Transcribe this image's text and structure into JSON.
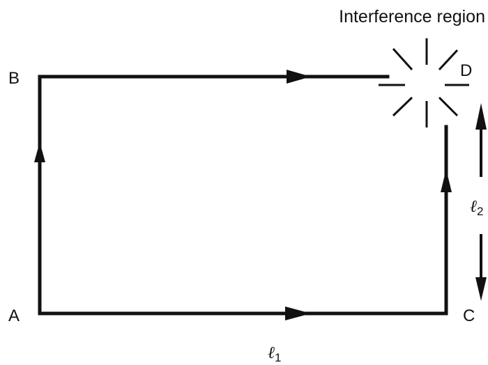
{
  "title": "Interference region",
  "points": {
    "a": "A",
    "b": "B",
    "c": "C",
    "d": "D"
  },
  "lengths": {
    "l1": {
      "symbol": "ℓ",
      "subscript": "1"
    },
    "l2": {
      "symbol": "ℓ",
      "subscript": "2"
    }
  },
  "colors": {
    "line": "#111111",
    "background": "#ffffff"
  }
}
